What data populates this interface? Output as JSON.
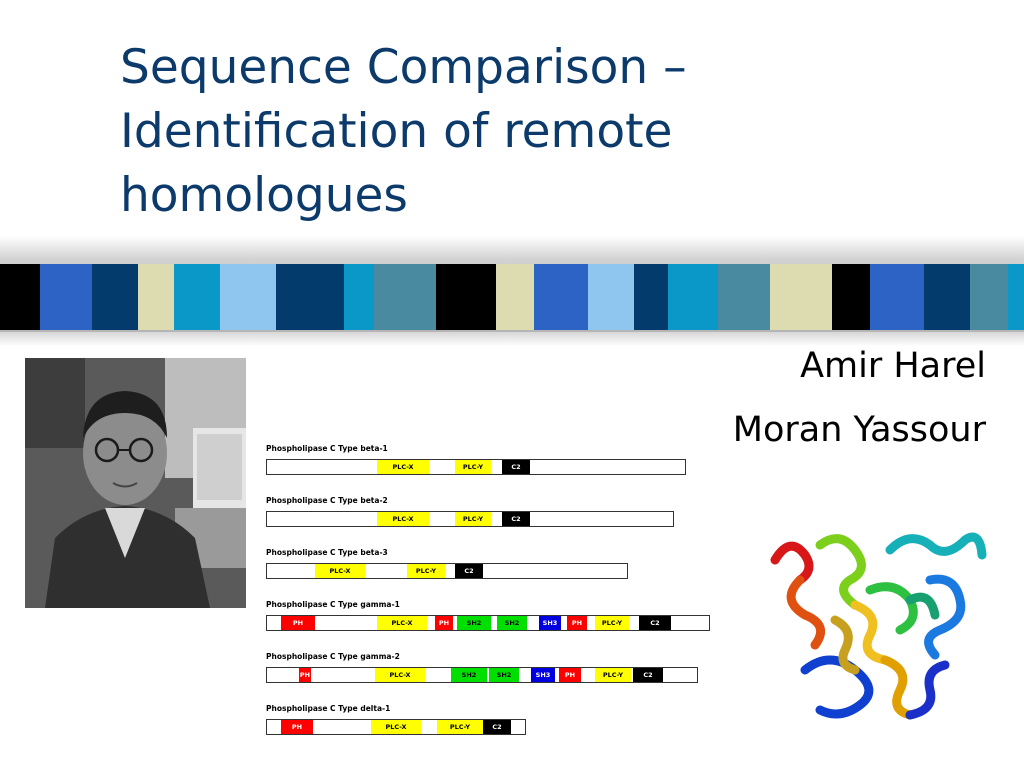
{
  "slide": {
    "title_lines": [
      "Sequence Comparison –",
      "Identification of remote",
      "homologues"
    ],
    "authors": [
      "Amir Harel",
      "Moran Yassour"
    ]
  },
  "colors": {
    "title": "#0b3a6b",
    "yellow": "#ffff00",
    "red": "#ff0000",
    "green": "#00e000",
    "blue": "#0000e0",
    "black": "#000000"
  },
  "domain_figure": {
    "proteins": [
      {
        "name": "Phospholipase C  Type beta-1",
        "domains": [
          {
            "label": "PLC-X",
            "color": "yellow"
          },
          {
            "label": "PLC-Y",
            "color": "yellow"
          },
          {
            "label": "C2",
            "color": "black"
          }
        ]
      },
      {
        "name": "Phospholipase C  Type beta-2",
        "domains": [
          {
            "label": "PLC-X",
            "color": "yellow"
          },
          {
            "label": "PLC-Y",
            "color": "yellow"
          },
          {
            "label": "C2",
            "color": "black"
          }
        ]
      },
      {
        "name": "Phospholipase C  Type beta-3",
        "domains": [
          {
            "label": "PLC-X",
            "color": "yellow"
          },
          {
            "label": "PLC-Y",
            "color": "yellow"
          },
          {
            "label": "C2",
            "color": "black"
          }
        ]
      },
      {
        "name": "Phospholipase C  Type gamma-1",
        "domains": [
          {
            "label": "PH",
            "color": "red"
          },
          {
            "label": "PLC-X",
            "color": "yellow"
          },
          {
            "label": "PH",
            "color": "red"
          },
          {
            "label": "SH2",
            "color": "green"
          },
          {
            "label": "SH2",
            "color": "green"
          },
          {
            "label": "SH3",
            "color": "blue"
          },
          {
            "label": "PH",
            "color": "red"
          },
          {
            "label": "PLC-Y",
            "color": "yellow"
          },
          {
            "label": "C2",
            "color": "black"
          }
        ]
      },
      {
        "name": "Phospholipase C  Type gamma-2",
        "domains": [
          {
            "label": "PH",
            "color": "red"
          },
          {
            "label": "PLC-X",
            "color": "yellow"
          },
          {
            "label": "SH2",
            "color": "green"
          },
          {
            "label": "SH2",
            "color": "green"
          },
          {
            "label": "SH3",
            "color": "blue"
          },
          {
            "label": "PH",
            "color": "red"
          },
          {
            "label": "PLC-Y",
            "color": "yellow"
          },
          {
            "label": "C2",
            "color": "black"
          }
        ]
      },
      {
        "name": "Phospholipase C  Type delta-1",
        "domains": [
          {
            "label": "PH",
            "color": "red"
          },
          {
            "label": "PLC-X",
            "color": "yellow"
          },
          {
            "label": "PLC-Y",
            "color": "yellow"
          },
          {
            "label": "C2",
            "color": "black"
          }
        ]
      }
    ]
  }
}
